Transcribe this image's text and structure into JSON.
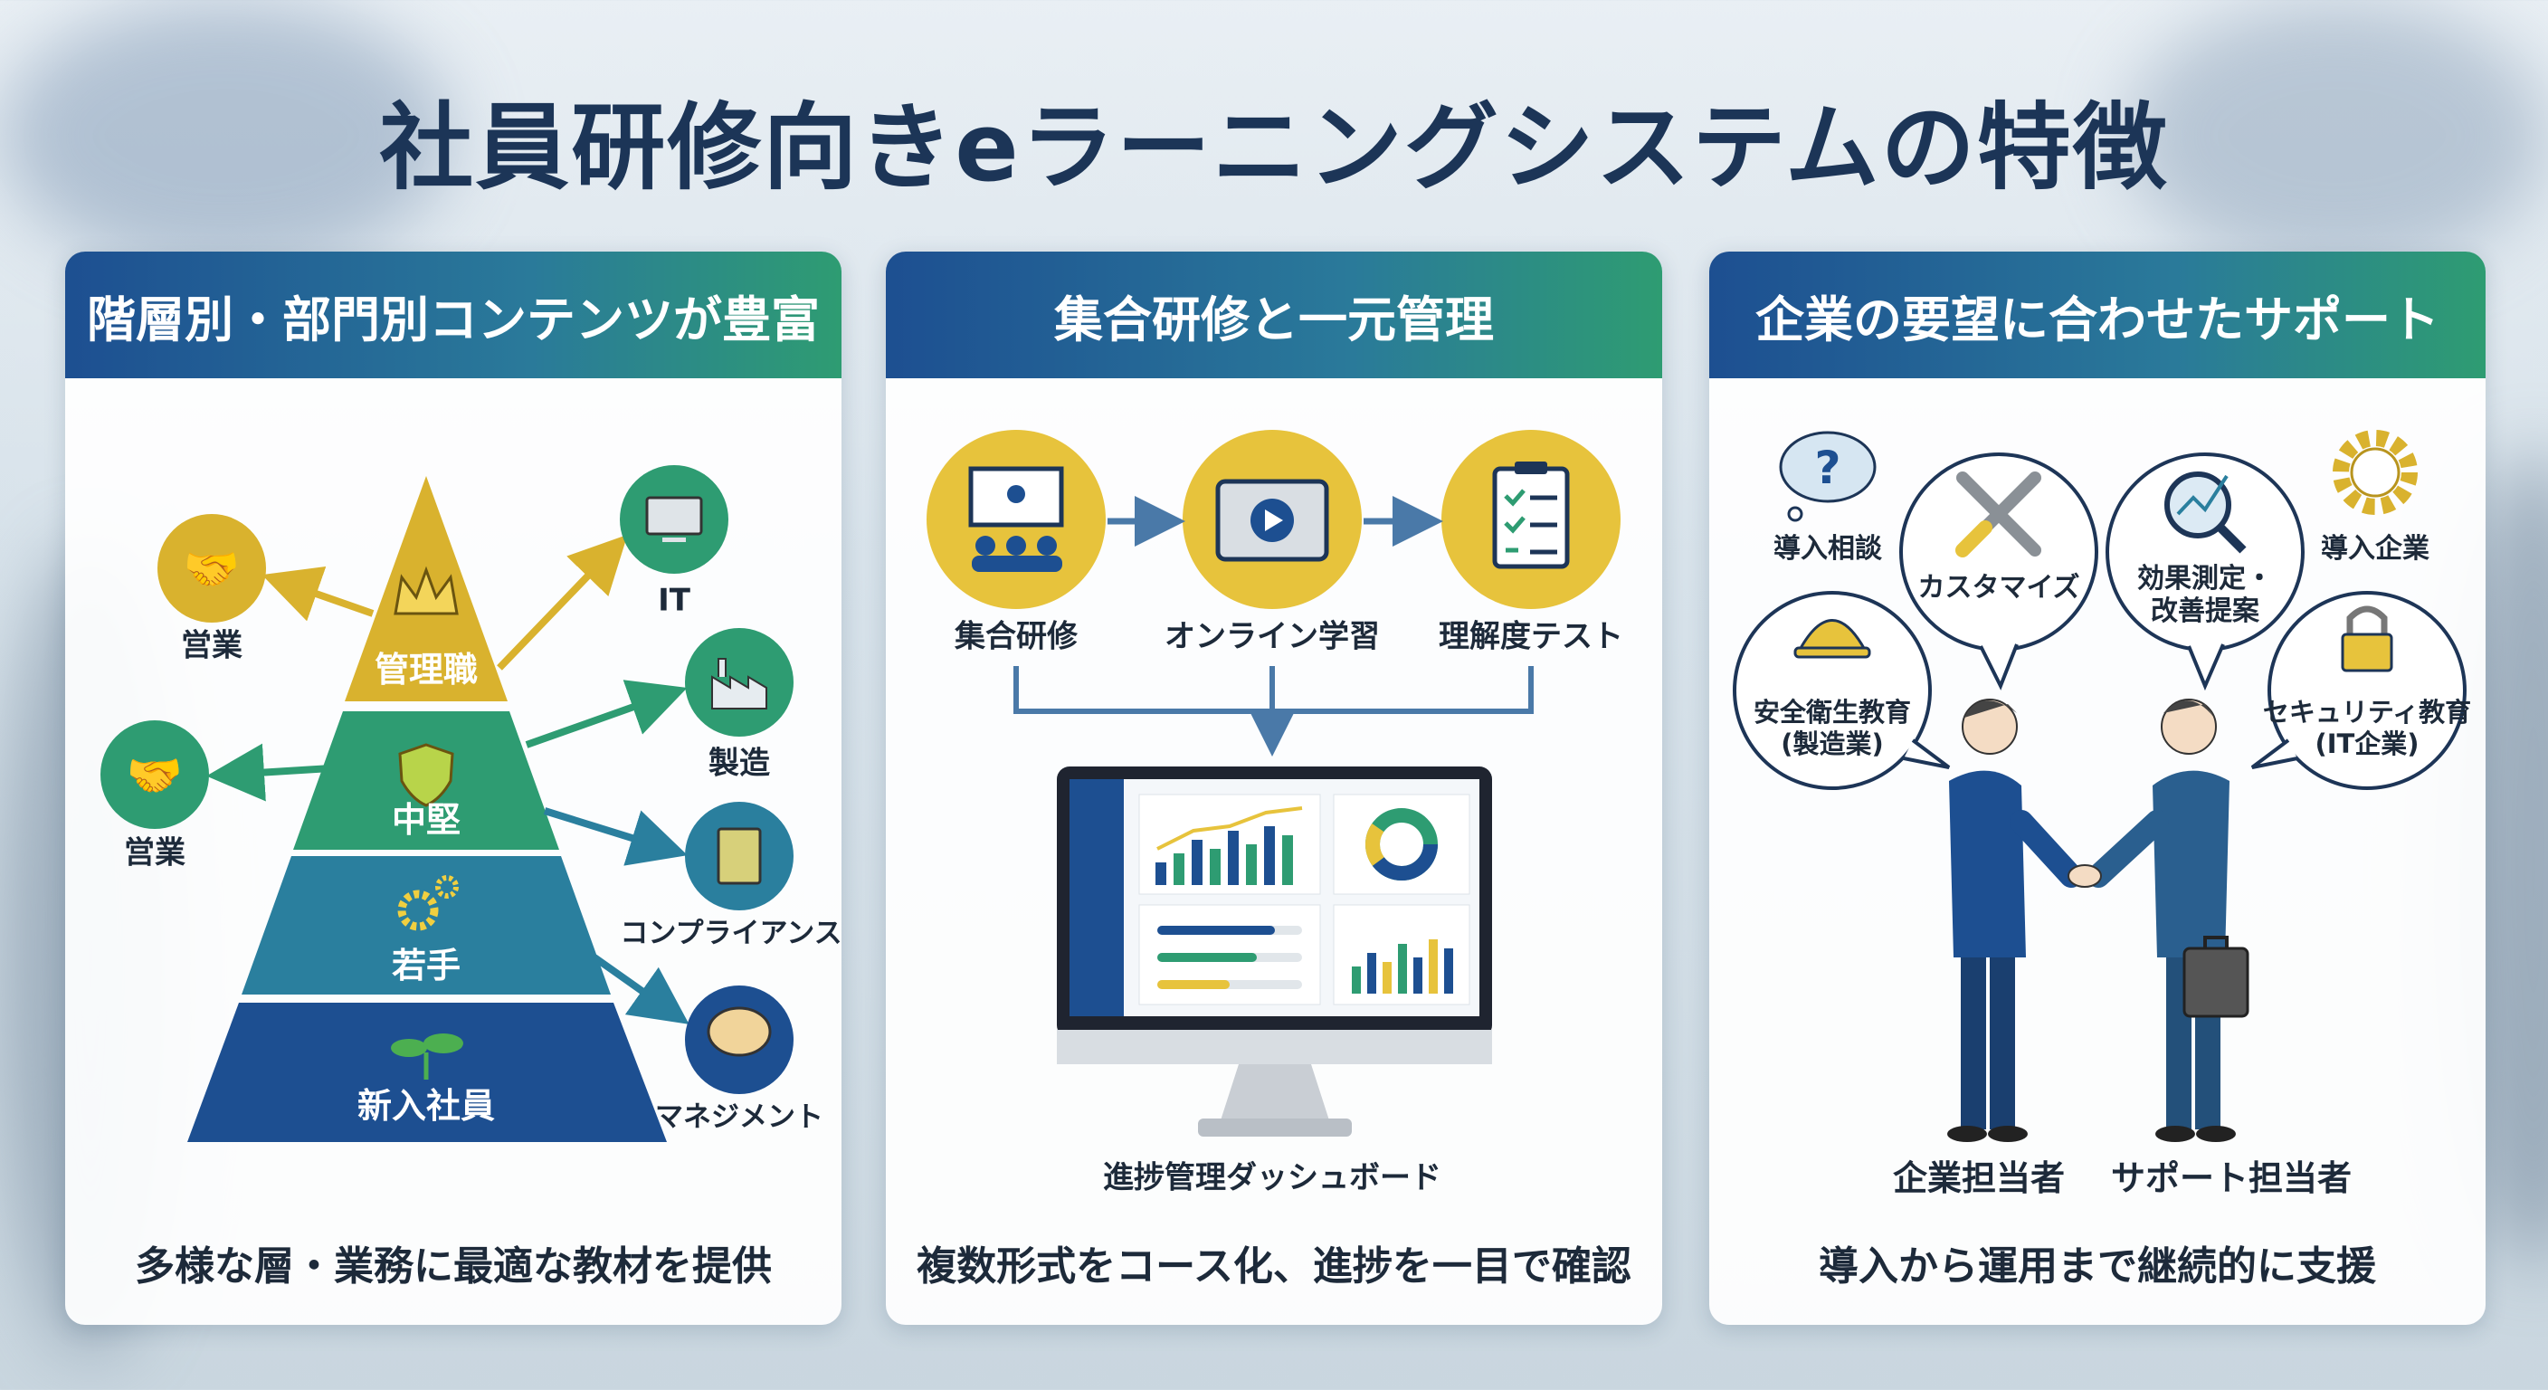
{
  "title": "社員研修向きeラーニングシステムの特徴",
  "colors": {
    "navy": "#1d4f91",
    "green": "#2e9c72",
    "teal": "#2a7f9e",
    "yellow": "#d9b22e",
    "text": "#1d2a3a"
  },
  "panel1": {
    "header": "階層別・部門別コンテンツが豊富",
    "levels": [
      "管理職",
      "中堅",
      "若手",
      "新入社員"
    ],
    "level_icons": [
      "crown-icon",
      "shield-icon",
      "gears-icon",
      "sprout-icon"
    ],
    "departments": [
      {
        "label": "営業",
        "icon": "handshake-icon"
      },
      {
        "label": "営業",
        "icon": "handshake-icon"
      },
      {
        "label": "IT",
        "icon": "computer-icon"
      },
      {
        "label": "製造",
        "icon": "factory-icon"
      },
      {
        "label": "コンプライアンス",
        "icon": "book-icon"
      },
      {
        "label": "マネジメント",
        "icon": "brain-icon"
      }
    ],
    "footer": "多様な層・業務に最適な教材を提供"
  },
  "panel2": {
    "header": "集合研修と一元管理",
    "steps": [
      {
        "label": "集合研修",
        "icon": "classroom-icon"
      },
      {
        "label": "オンライン学習",
        "icon": "video-tablet-icon"
      },
      {
        "label": "理解度テスト",
        "icon": "checklist-icon"
      }
    ],
    "dashboard_label": "進捗管理ダッシュボード",
    "footer": "複数形式をコース化、進捗を一目で確認"
  },
  "panel3": {
    "header": "企業の要望に合わせたサポート",
    "items": [
      {
        "label": "導入相談",
        "icon": "question-cloud-icon"
      },
      {
        "label": "カスタマイズ",
        "icon": "tools-icon"
      },
      {
        "label": "効果測定・\n改善提案",
        "icon": "magnifier-chart-icon"
      },
      {
        "label": "導入企業",
        "icon": "gear-chart-icon"
      },
      {
        "label": "安全衛生教育\n(製造業)",
        "icon": "hardhat-icon"
      },
      {
        "label": "セキュリティ教育\n(IT企業)",
        "icon": "padlock-icon"
      }
    ],
    "people": [
      "企業担当者",
      "サポート担当者"
    ],
    "footer": "導入から運用まで継続的に支援"
  }
}
